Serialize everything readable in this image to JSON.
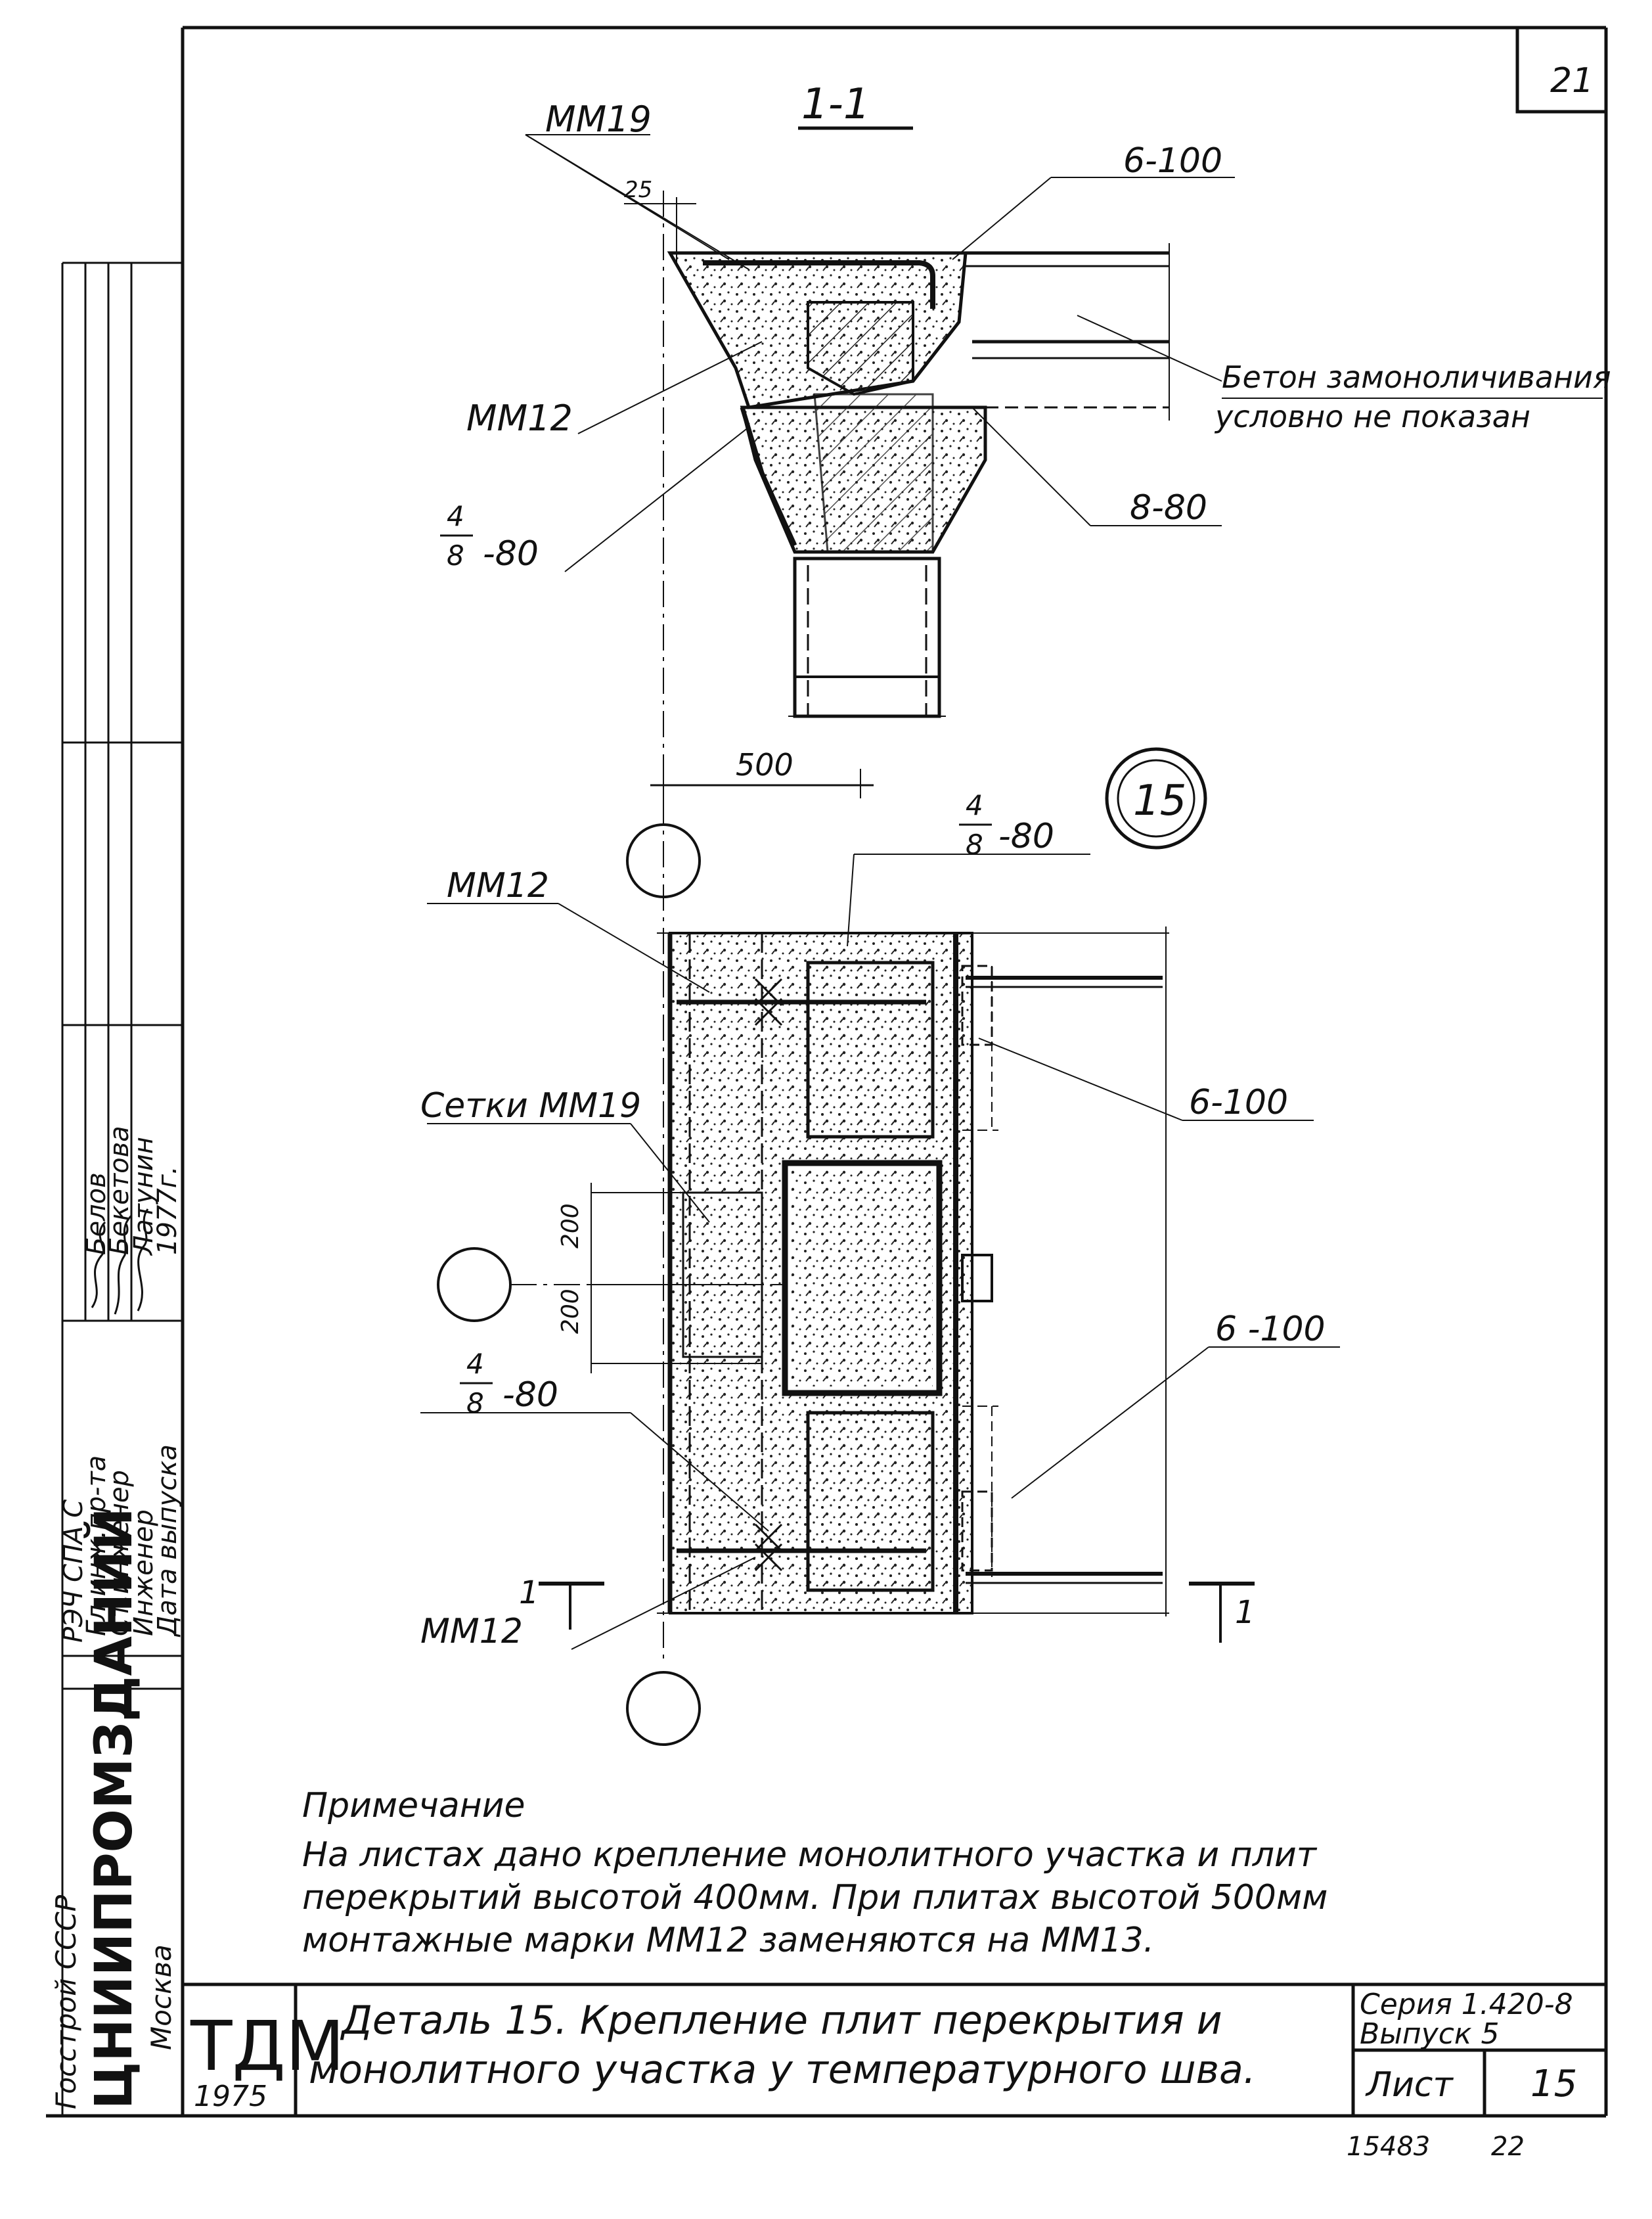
{
  "sheet_corner_number": "21",
  "section_title": "1-1",
  "labels": {
    "mm19_top": "ММ19",
    "mm12_left": "ММ12",
    "dim_25": "25",
    "rebar_6_100_top": "6-100",
    "rebar_8_80": "8-80",
    "rebar_frac_top_num": "4",
    "rebar_frac_top_den": "8",
    "rebar_frac_top_suffix": "-80",
    "concrete_note_line1": "Бетон замоноличивания",
    "concrete_note_line2": "условно не показан",
    "dim_500": "500",
    "detail_number": "15",
    "plan_frac_num": "4",
    "plan_frac_den": "8",
    "plan_frac_suffix": "-80",
    "plan_mm12_top": "ММ12",
    "plan_6_100_a": "6-100",
    "plan_setki": "Сетки ММ19",
    "dim_200_a": "200",
    "dim_200_b": "200",
    "plan_6_100_b": "6 -100",
    "plan_frac2_num": "4",
    "plan_frac2_den": "8",
    "plan_frac2_suffix": "-80",
    "plan_mm12_bottom": "ММ12",
    "section_mark_left": "1",
    "section_mark_right": "1"
  },
  "side_stamp": {
    "rows": [
      {
        "role": "Гл.инж.пр-та",
        "name": "Белов"
      },
      {
        "role": "Ст.инженер",
        "name": "Бекетова"
      },
      {
        "role": "Инженер",
        "name": "Латунин"
      },
      {
        "role": "Дата выпуска",
        "name": "1977г."
      }
    ],
    "org_top": "Госстрой СССР",
    "org_name": "ЦНИИПРОМЗДАНИЙ",
    "org_city": "Москва",
    "partial_top": "РЭЧ СПА С"
  },
  "note": {
    "heading": "Примечание",
    "line1": "На листах дано крепление монолитного участка и плит",
    "line2": "перекрытий высотой 400мм. При плитах высотой 500мм",
    "line3": "монтажные марки ММ12    заменяются на ММ13."
  },
  "title_block": {
    "logo": "ТДМ",
    "year": "1975",
    "title_line1": "Деталь 15. Крепление плит перекрытия и",
    "title_line2": "монолитного участка у температурного шва.",
    "series": "Серия 1.420-8",
    "issue": "Выпуск 5",
    "sheet_label": "Лист",
    "sheet_number": "15"
  },
  "footer": {
    "code": "15483",
    "page": "22"
  }
}
